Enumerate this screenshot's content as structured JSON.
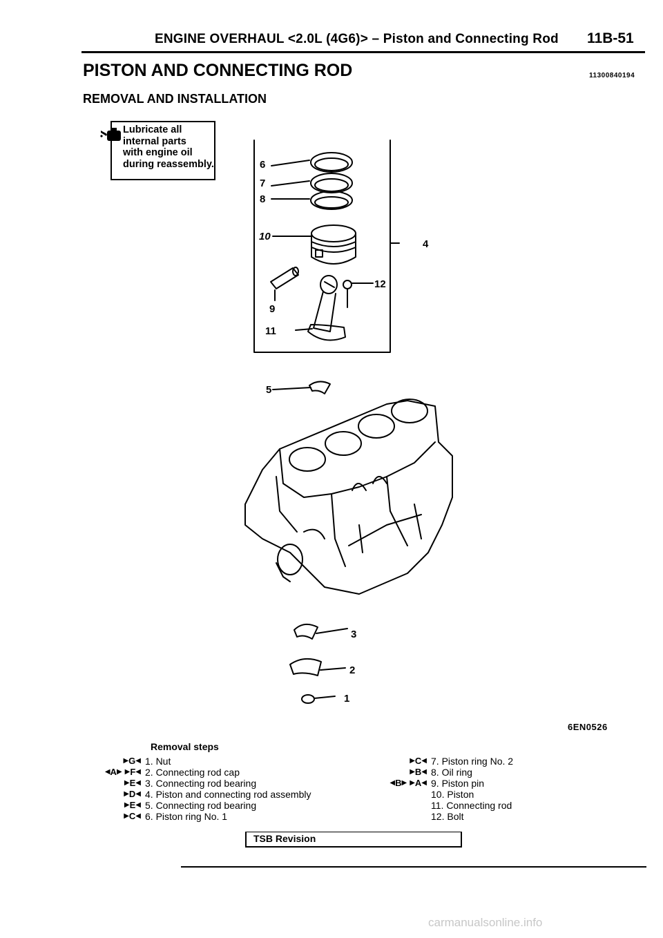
{
  "header": {
    "title": "ENGINE OVERHAUL <2.0L (4G6)> – Piston and Connecting Rod",
    "page": "11B-51"
  },
  "main_title": "PISTON AND CONNECTING ROD",
  "doc_code": "11300840194",
  "sub_title": "REMOVAL AND INSTALLATION",
  "note": {
    "lines": [
      "Lubricate all",
      "internal parts",
      "with engine oil",
      "during reassembly."
    ],
    "icon": "oil-can-icon"
  },
  "figure": {
    "callouts": [
      "1",
      "2",
      "3",
      "4",
      "5",
      "6",
      "7",
      "8",
      "9",
      "10",
      "11",
      "12"
    ],
    "code": "6EN0526"
  },
  "removal_steps": {
    "heading": "Removal steps",
    "left": [
      {
        "marks": [
          "G"
        ],
        "text": "1. Nut"
      },
      {
        "marks": [
          "A",
          "F"
        ],
        "text": "2. Connecting rod cap"
      },
      {
        "marks": [
          "E"
        ],
        "text": "3. Connecting rod bearing"
      },
      {
        "marks": [
          "D"
        ],
        "text": "4. Piston and connecting rod assembly"
      },
      {
        "marks": [
          "E"
        ],
        "text": "5. Connecting rod bearing"
      },
      {
        "marks": [
          "C"
        ],
        "text": "6. Piston ring No. 1"
      }
    ],
    "right": [
      {
        "marks": [
          "C"
        ],
        "text": "7. Piston ring No. 2"
      },
      {
        "marks": [
          "B"
        ],
        "text": "8. Oil ring"
      },
      {
        "marks": [
          "B",
          "A"
        ],
        "text": "9. Piston pin"
      },
      {
        "marks": [],
        "text": "10. Piston"
      },
      {
        "marks": [],
        "text": "11. Connecting rod"
      },
      {
        "marks": [],
        "text": "12. Bolt"
      }
    ]
  },
  "footer": {
    "tsb_label": "TSB Revision",
    "watermark": "carmanualsonline.info"
  }
}
